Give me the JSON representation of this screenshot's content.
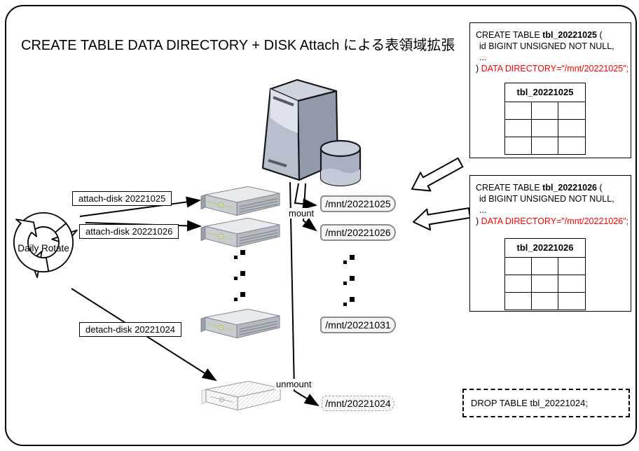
{
  "title": "CREATE TABLE DATA DIRECTORY + DISK Attach による表領域拡張",
  "rotate_label": "Daily Rotate",
  "actions": {
    "attach1": "attach-disk 20221025",
    "attach2": "attach-disk 20221026",
    "detach": "detach-disk 20221024"
  },
  "mount_label": "mount",
  "unmount_label": "unmount",
  "mounts": {
    "m1": "/mnt/20221025",
    "m2": "/mnt/20221026",
    "m3": "/mnt/20221031",
    "m4": "/mnt/20221024"
  },
  "sql_boxes": [
    {
      "create_prefix": "CREATE TABLE ",
      "table_name": "tbl_20221025",
      "create_suffix": " (",
      "column_line": "id BIGINT UNSIGNED NOT NULL,",
      "ellipsis_line": "...",
      "close_paren": ") ",
      "data_directory": "DATA DIRECTORY=\"/mnt/20221025\";",
      "table_title": "tbl_20221025"
    },
    {
      "create_prefix": "CREATE TABLE ",
      "table_name": "tbl_20221026",
      "create_suffix": " (",
      "column_line": "id BIGINT UNSIGNED NOT NULL,",
      "ellipsis_line": "...",
      "close_paren": ") ",
      "data_directory": "DATA DIRECTORY=\"/mnt/20221026\";",
      "table_title": "tbl_20221026"
    }
  ],
  "drop_statement": "DROP TABLE tbl_20221024;",
  "colors": {
    "sql_accent_red": "#ff0000",
    "pill_fill": "#f5f5f5",
    "pill_border": "#8c8c8c",
    "server_body": "#b9bfcc"
  }
}
